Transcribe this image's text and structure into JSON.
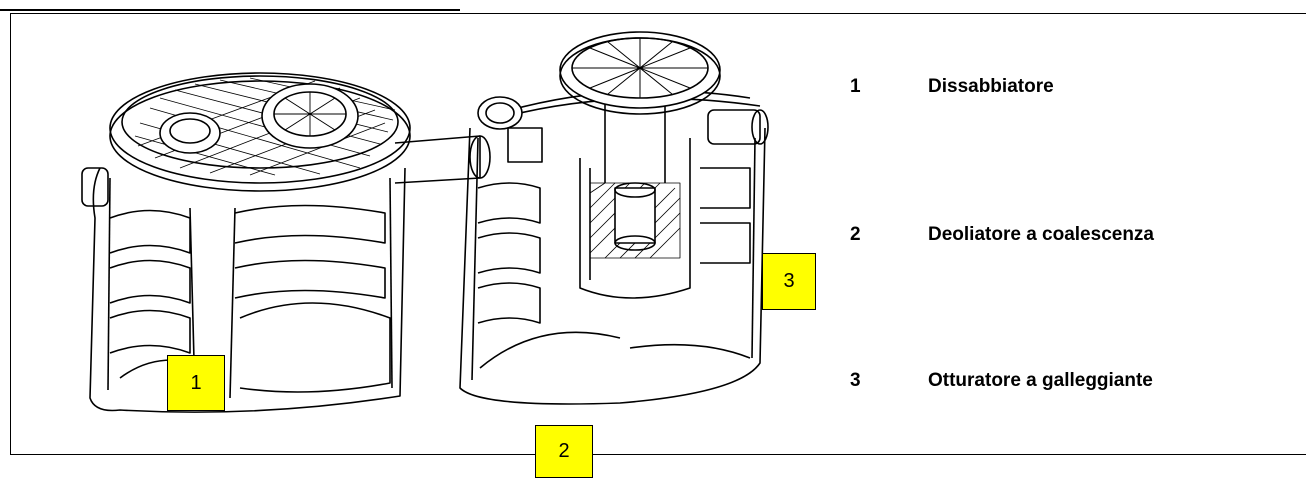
{
  "callouts": [
    {
      "number": "1"
    },
    {
      "number": "2"
    },
    {
      "number": "3"
    }
  ],
  "legend": [
    {
      "number": "1",
      "label": "Dissabbiatore"
    },
    {
      "number": "2",
      "label": "Deoliatore a coalescenza"
    },
    {
      "number": "3",
      "label": "Otturatore a galleggiante"
    }
  ],
  "colors": {
    "callout_fill": "#ffff00",
    "line": "#000000"
  }
}
